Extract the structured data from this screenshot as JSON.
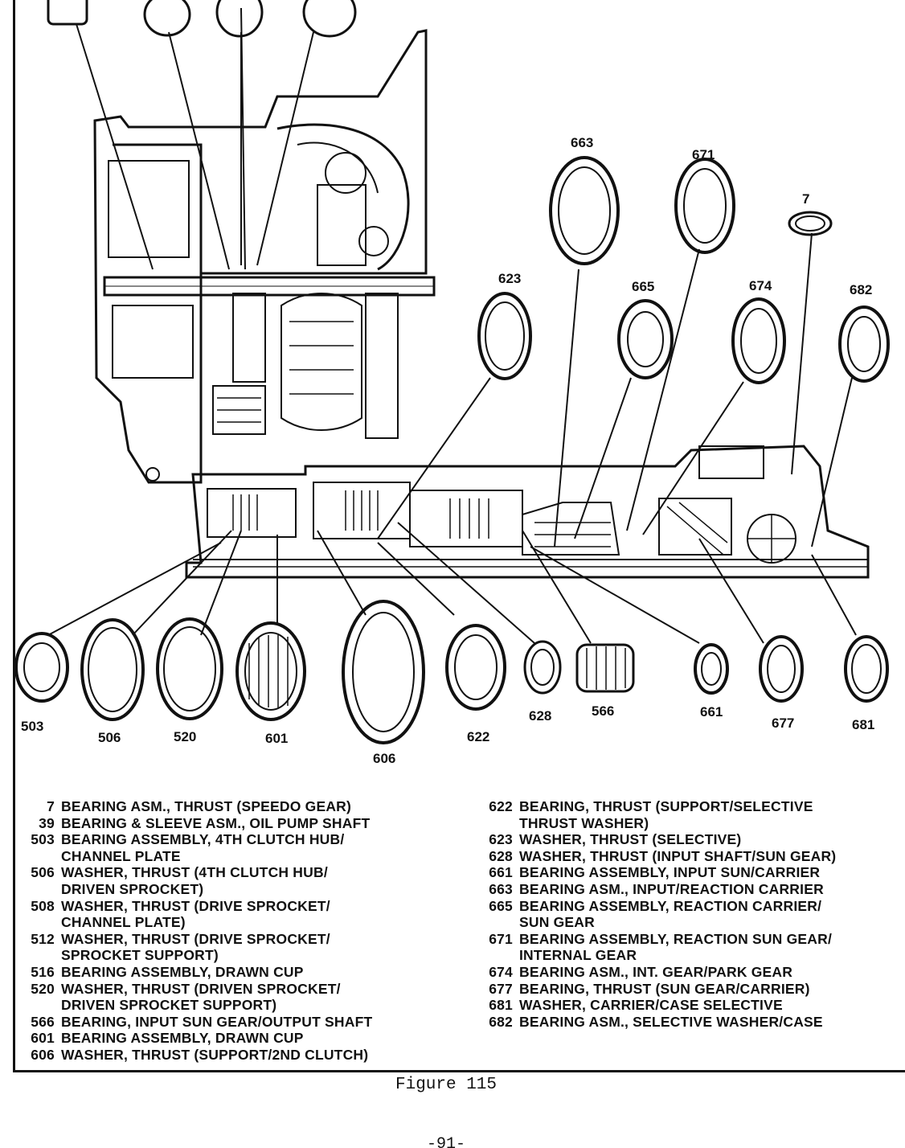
{
  "diagram": {
    "callouts": [
      {
        "label": "663"
      },
      {
        "label": "671"
      },
      {
        "label": "7"
      },
      {
        "label": "623"
      },
      {
        "label": "665"
      },
      {
        "label": "674"
      },
      {
        "label": "682"
      },
      {
        "label": "503"
      },
      {
        "label": "506"
      },
      {
        "label": "520"
      },
      {
        "label": "601"
      },
      {
        "label": "606"
      },
      {
        "label": "622"
      },
      {
        "label": "628"
      },
      {
        "label": "566"
      },
      {
        "label": "661"
      },
      {
        "label": "677"
      },
      {
        "label": "681"
      }
    ]
  },
  "legend": {
    "left": [
      {
        "num": "7",
        "lines": [
          "BEARING ASM., THRUST (SPEEDO GEAR)"
        ]
      },
      {
        "num": "39",
        "lines": [
          "BEARING & SLEEVE ASM., OIL PUMP SHAFT"
        ]
      },
      {
        "num": "503",
        "lines": [
          "BEARING ASSEMBLY, 4TH CLUTCH HUB/",
          "CHANNEL PLATE"
        ]
      },
      {
        "num": "506",
        "lines": [
          "WASHER, THRUST (4TH CLUTCH HUB/",
          "DRIVEN SPROCKET)"
        ]
      },
      {
        "num": "508",
        "lines": [
          "WASHER, THRUST (DRIVE SPROCKET/",
          "CHANNEL PLATE)"
        ]
      },
      {
        "num": "512",
        "lines": [
          "WASHER, THRUST (DRIVE SPROCKET/",
          "SPROCKET SUPPORT)"
        ]
      },
      {
        "num": "516",
        "lines": [
          "BEARING ASSEMBLY, DRAWN CUP"
        ]
      },
      {
        "num": "520",
        "lines": [
          "WASHER, THRUST (DRIVEN SPROCKET/",
          "DRIVEN SPROCKET SUPPORT)"
        ]
      },
      {
        "num": "566",
        "lines": [
          "BEARING, INPUT SUN GEAR/OUTPUT SHAFT"
        ]
      },
      {
        "num": "601",
        "lines": [
          "BEARING ASSEMBLY, DRAWN CUP"
        ]
      },
      {
        "num": "606",
        "lines": [
          "WASHER, THRUST (SUPPORT/2ND CLUTCH)"
        ]
      }
    ],
    "right": [
      {
        "num": "622",
        "lines": [
          "BEARING, THRUST (SUPPORT/SELECTIVE",
          "THRUST WASHER)"
        ]
      },
      {
        "num": "623",
        "lines": [
          "WASHER, THRUST (SELECTIVE)"
        ]
      },
      {
        "num": "628",
        "lines": [
          "WASHER, THRUST (INPUT SHAFT/SUN GEAR)"
        ]
      },
      {
        "num": "661",
        "lines": [
          "BEARING ASSEMBLY, INPUT SUN/CARRIER"
        ]
      },
      {
        "num": "663",
        "lines": [
          "BEARING ASM., INPUT/REACTION CARRIER"
        ]
      },
      {
        "num": "665",
        "lines": [
          "BEARING ASSEMBLY, REACTION CARRIER/",
          "SUN GEAR"
        ]
      },
      {
        "num": "671",
        "lines": [
          "BEARING ASSEMBLY, REACTION SUN GEAR/",
          "INTERNAL GEAR"
        ]
      },
      {
        "num": "674",
        "lines": [
          "BEARING ASM., INT. GEAR/PARK GEAR"
        ]
      },
      {
        "num": "677",
        "lines": [
          "BEARING, THRUST (SUN GEAR/CARRIER)"
        ]
      },
      {
        "num": "681",
        "lines": [
          "WASHER, CARRIER/CASE SELECTIVE"
        ]
      },
      {
        "num": "682",
        "lines": [
          "BEARING ASM., SELECTIVE WASHER/CASE"
        ]
      }
    ]
  },
  "caption": "Figure 115",
  "page_number": "-91-"
}
